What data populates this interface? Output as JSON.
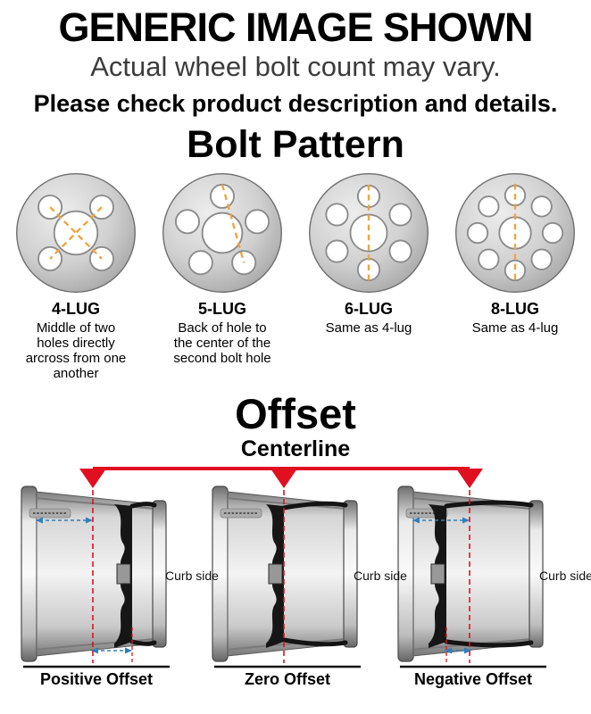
{
  "header": {
    "title": "GENERIC IMAGE SHOWN",
    "subtitle": "Actual wheel bolt count may vary.",
    "note": "Please check product description and details."
  },
  "bolt_pattern": {
    "title": "Bolt Pattern",
    "lugs": [
      {
        "name": "4-LUG",
        "description": "Middle of two holes directly arcross from one another"
      },
      {
        "name": "5-LUG",
        "description": "Back of hole to the center of the second bolt hole"
      },
      {
        "name": "6-LUG",
        "description": "Same as 4-lug"
      },
      {
        "name": "8-LUG",
        "description": "Same as 4-lug"
      }
    ]
  },
  "offset": {
    "title": "Offset",
    "centerline_label": "Centerline",
    "curb_side_label": "Curb side",
    "diagrams": [
      {
        "label": "Positive Offset"
      },
      {
        "label": "Zero Offset"
      },
      {
        "label": "Negative Offset"
      }
    ],
    "colors": {
      "centerline_red": "#e01020",
      "measure_blue": "#2e7fbe",
      "pattern_orange": "#f2a33c"
    }
  }
}
